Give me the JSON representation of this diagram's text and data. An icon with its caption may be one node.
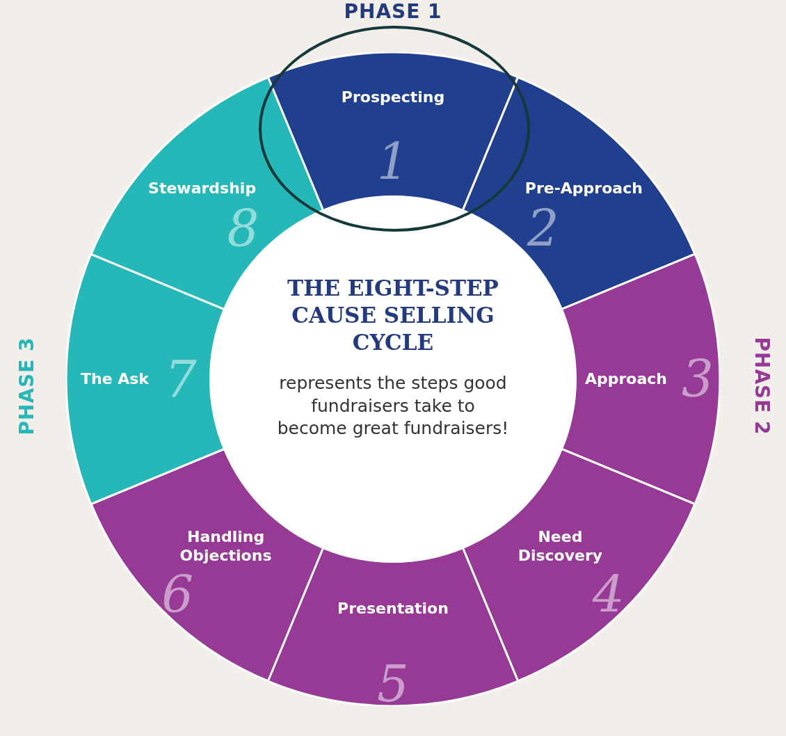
{
  "diagram": {
    "nodes": [
      {
        "text": [
          "Prospecting",
          "1"
        ]
      },
      {
        "text": [
          "Pre-Approach",
          "2"
        ]
      },
      {
        "text": [
          "Approach",
          "3"
        ]
      },
      {
        "text": [
          "Need Discovery",
          "4"
        ]
      },
      {
        "text": [
          "Presentation",
          "5"
        ]
      },
      {
        "text": [
          "Handling Objections",
          "6"
        ]
      },
      {
        "text": [
          "The Ask",
          "7"
        ]
      },
      {
        "text": [
          "Stewardship",
          "8"
        ]
      },
      {
        "text": [
          "THE EIGHT-STEP CAUSE SELLING CYCLE",
          "represents the steps good fundraisers take to become great fundraisers!"
        ]
      }
    ],
    "labels": [
      "PHASE 1",
      "PHASE 2",
      "PHASE 3"
    ]
  }
}
